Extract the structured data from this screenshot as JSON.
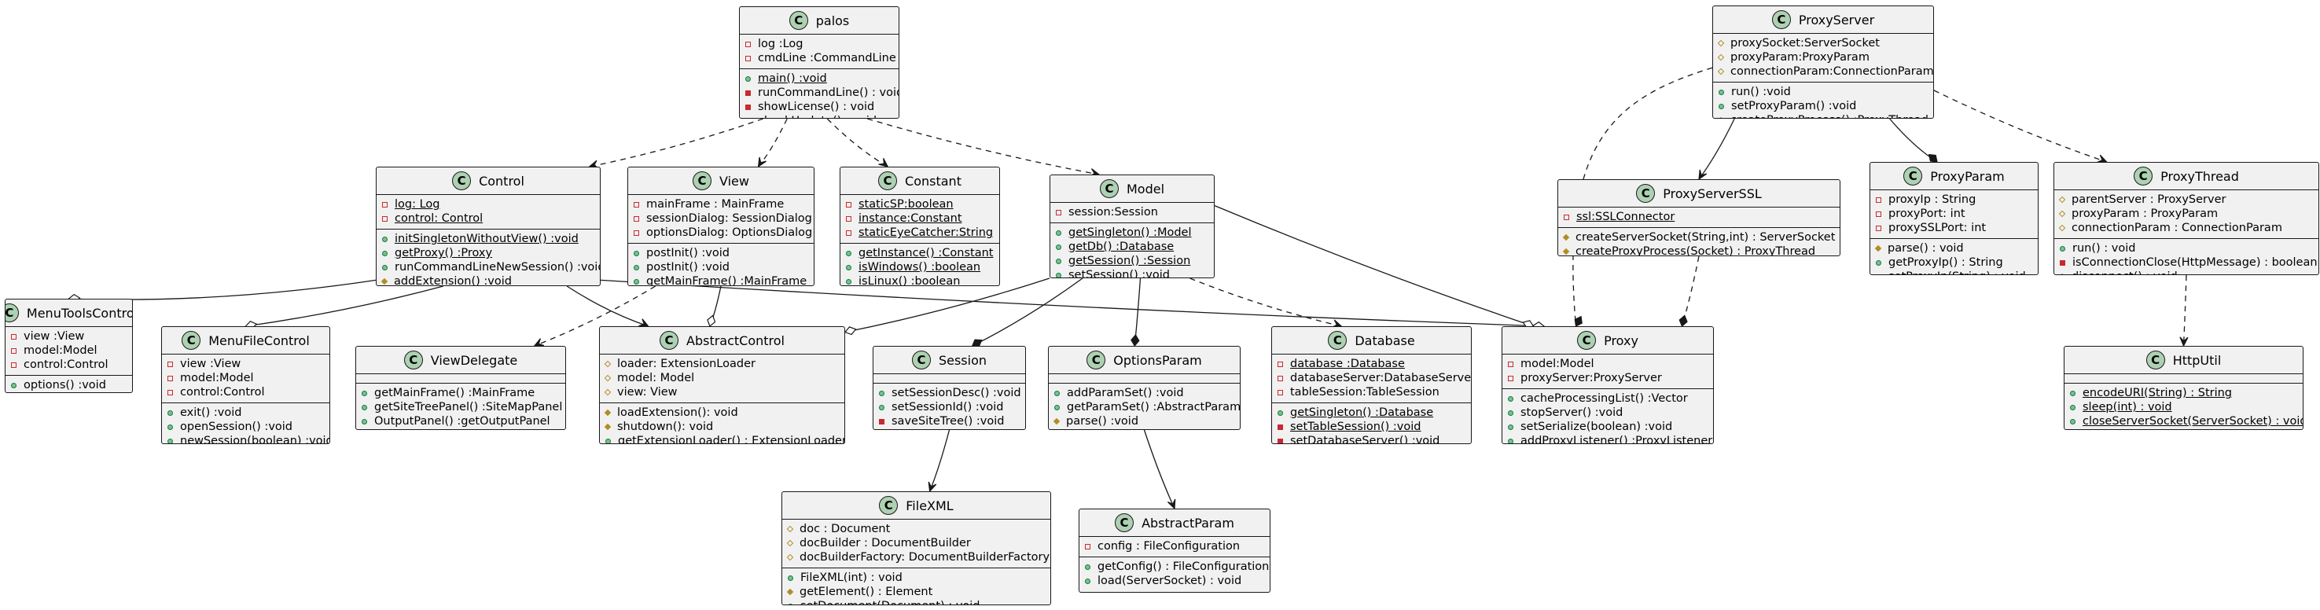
{
  "classes": {
    "palos": {
      "name": "palos",
      "fields": [
        {
          "vis": "private-field",
          "text": "log :Log",
          "static": false
        },
        {
          "vis": "private-field",
          "text": "cmdLine :CommandLine",
          "static": false
        }
      ],
      "methods": [
        {
          "vis": "public-method",
          "text": "main() :void",
          "static": true
        },
        {
          "vis": "private-method",
          "text": "runCommandLine() : void",
          "static": false
        },
        {
          "vis": "private-method",
          "text": "showLicense() : void",
          "static": false
        },
        {
          "vis": "private-method",
          "text": "checkUpdate() : void",
          "static": false
        }
      ]
    },
    "Control": {
      "name": "Control",
      "fields": [
        {
          "vis": "private-field",
          "text": "log: Log",
          "static": true
        },
        {
          "vis": "private-field",
          "text": "control: Control",
          "static": true
        }
      ],
      "methods": [
        {
          "vis": "public-method",
          "text": "initSingletonWithoutView() :void",
          "static": true
        },
        {
          "vis": "public-method",
          "text": "getProxy() :Proxy",
          "static": true
        },
        {
          "vis": "public-method",
          "text": "runCommandLineNewSession() :void",
          "static": false
        },
        {
          "vis": "protected-method",
          "text": "addExtension() :void",
          "static": false
        }
      ]
    },
    "View": {
      "name": "View",
      "fields": [
        {
          "vis": "private-field",
          "text": "mainFrame : MainFrame",
          "static": false
        },
        {
          "vis": "private-field",
          "text": "sessionDialog: SessionDialog",
          "static": false
        },
        {
          "vis": "private-field",
          "text": "optionsDialog: OptionsDialog",
          "static": false
        }
      ],
      "methods": [
        {
          "vis": "public-method",
          "text": "postInit() :void",
          "static": false
        },
        {
          "vis": "public-method",
          "text": "postInit() :void",
          "static": false
        },
        {
          "vis": "public-method",
          "text": "getMainFrame() :MainFrame",
          "static": false
        }
      ]
    },
    "Constant": {
      "name": "Constant",
      "fields": [
        {
          "vis": "private-field",
          "text": "staticSP:boolean",
          "static": true
        },
        {
          "vis": "private-field",
          "text": "instance:Constant",
          "static": true
        },
        {
          "vis": "private-field",
          "text": "staticEyeCatcher:String",
          "static": true
        }
      ],
      "methods": [
        {
          "vis": "public-method",
          "text": "getInstance() :Constant",
          "static": true
        },
        {
          "vis": "public-method",
          "text": "isWindows() :boolean",
          "static": true
        },
        {
          "vis": "public-method",
          "text": "isLinux() :boolean",
          "static": true
        }
      ]
    },
    "Model": {
      "name": "Model",
      "fields": [
        {
          "vis": "private-field",
          "text": "session:Session",
          "static": false
        }
      ],
      "methods": [
        {
          "vis": "public-method",
          "text": "getSingleton() :Model",
          "static": true
        },
        {
          "vis": "public-method",
          "text": "getDb() :Database",
          "static": true
        },
        {
          "vis": "public-method",
          "text": "getSession() :Session",
          "static": true
        },
        {
          "vis": "public-method",
          "text": "setSession() :void",
          "static": true
        }
      ]
    },
    "ProxyServer": {
      "name": "ProxyServer",
      "fields": [
        {
          "vis": "protected-field",
          "text": "proxySocket:ServerSocket",
          "static": false
        },
        {
          "vis": "protected-field",
          "text": "proxyParam:ProxyParam",
          "static": false
        },
        {
          "vis": "protected-field",
          "text": "connectionParam:ConnectionParam",
          "static": false
        }
      ],
      "methods": [
        {
          "vis": "public-method",
          "text": "run() :void",
          "static": false
        },
        {
          "vis": "public-method",
          "text": "setProxyParam() :void",
          "static": false
        },
        {
          "vis": "protected-method",
          "text": "createProxyProcess() :ProxyThread",
          "static": false
        }
      ]
    },
    "ProxyServerSSL": {
      "name": "ProxyServerSSL",
      "fields": [
        {
          "vis": "private-field",
          "text": "ssl:SSLConnector",
          "static": true
        }
      ],
      "methods": [
        {
          "vis": "protected-method",
          "text": "createServerSocket(String,int) : ServerSocket",
          "static": false
        },
        {
          "vis": "protected-method",
          "text": "createProxyProcess(Socket) : ProxyThread",
          "static": false
        }
      ]
    },
    "ProxyParam": {
      "name": "ProxyParam",
      "fields": [
        {
          "vis": "private-field",
          "text": "proxyIp : String",
          "static": false
        },
        {
          "vis": "private-field",
          "text": "proxyPort: int",
          "static": false
        },
        {
          "vis": "private-field",
          "text": "proxySSLPort: int",
          "static": false
        }
      ],
      "methods": [
        {
          "vis": "protected-method",
          "text": "parse() : void",
          "static": false
        },
        {
          "vis": "public-method",
          "text": "getProxyIp() : String",
          "static": false
        },
        {
          "vis": "public-method",
          "text": "setProxyIp(String) : void",
          "static": false
        }
      ]
    },
    "ProxyThread": {
      "name": "ProxyThread",
      "fields": [
        {
          "vis": "protected-field",
          "text": "parentServer : ProxyServer",
          "static": false
        },
        {
          "vis": "protected-field",
          "text": "proxyParam : ProxyParam",
          "static": false
        },
        {
          "vis": "protected-field",
          "text": "connectionParam : ConnectionParam",
          "static": false
        }
      ],
      "methods": [
        {
          "vis": "public-method",
          "text": "run() : void",
          "static": false
        },
        {
          "vis": "private-method",
          "text": "isConnectionClose(HttpMessage) : boolean",
          "static": false
        },
        {
          "vis": "protected-method",
          "text": "disconnect() : void",
          "static": false
        }
      ]
    },
    "MenuToolsControl": {
      "name": "MenuToolsControl",
      "fields": [
        {
          "vis": "private-field",
          "text": "view :View",
          "static": false
        },
        {
          "vis": "private-field",
          "text": "model:Model",
          "static": false
        },
        {
          "vis": "private-field",
          "text": "control:Control",
          "static": false
        }
      ],
      "methods": [
        {
          "vis": "public-method",
          "text": "options() :void",
          "static": false
        }
      ]
    },
    "MenuFileControl": {
      "name": "MenuFileControl",
      "fields": [
        {
          "vis": "private-field",
          "text": "view :View",
          "static": false
        },
        {
          "vis": "private-field",
          "text": "model:Model",
          "static": false
        },
        {
          "vis": "private-field",
          "text": "control:Control",
          "static": false
        }
      ],
      "methods": [
        {
          "vis": "public-method",
          "text": "exit() :void",
          "static": false
        },
        {
          "vis": "public-method",
          "text": "openSession() :void",
          "static": false
        },
        {
          "vis": "public-method",
          "text": "newSession(boolean) :void",
          "static": false
        }
      ]
    },
    "ViewDelegate": {
      "name": "ViewDelegate",
      "fields": [],
      "methods": [
        {
          "vis": "public-method",
          "text": "getMainFrame() :MainFrame",
          "static": false
        },
        {
          "vis": "public-method",
          "text": "getSiteTreePanel() :SiteMapPanel",
          "static": false
        },
        {
          "vis": "public-method",
          "text": "OutputPanel() :getOutputPanel",
          "static": false
        }
      ]
    },
    "AbstractControl": {
      "name": "AbstractControl",
      "fields": [
        {
          "vis": "protected-field",
          "text": "loader: ExtensionLoader",
          "static": false
        },
        {
          "vis": "protected-field",
          "text": "model: Model",
          "static": false
        },
        {
          "vis": "protected-field",
          "text": "view: View",
          "static": false
        }
      ],
      "methods": [
        {
          "vis": "protected-method",
          "text": "loadExtension(): void",
          "static": false
        },
        {
          "vis": "protected-method",
          "text": "shutdown(): void",
          "static": false
        },
        {
          "vis": "public-method",
          "text": "getExtensionLoader() : ExtensionLoader",
          "static": false
        }
      ]
    },
    "Session": {
      "name": "Session",
      "fields": [],
      "methods": [
        {
          "vis": "public-method",
          "text": "setSessionDesc() :void",
          "static": false
        },
        {
          "vis": "public-method",
          "text": "setSessionId() :void",
          "static": false
        },
        {
          "vis": "private-method",
          "text": "saveSiteTree() :void",
          "static": false
        }
      ]
    },
    "OptionsParam": {
      "name": "OptionsParam",
      "fields": [],
      "methods": [
        {
          "vis": "public-method",
          "text": "addParamSet() :void",
          "static": false
        },
        {
          "vis": "public-method",
          "text": "getParamSet() :AbstractParam",
          "static": false
        },
        {
          "vis": "protected-method",
          "text": "parse() :void",
          "static": false
        }
      ]
    },
    "Database": {
      "name": "Database",
      "fields": [
        {
          "vis": "private-field",
          "text": "database :Database",
          "static": true
        },
        {
          "vis": "private-field",
          "text": "databaseServer:DatabaseServer",
          "static": false
        },
        {
          "vis": "private-field",
          "text": "tableSession:TableSession",
          "static": false
        }
      ],
      "methods": [
        {
          "vis": "public-method",
          "text": "getSingleton() :Database",
          "static": true
        },
        {
          "vis": "private-method",
          "text": "setTableSession() :void",
          "static": true
        },
        {
          "vis": "private-method",
          "text": "setDatabaseServer() :void",
          "static": true
        }
      ]
    },
    "Proxy": {
      "name": "Proxy",
      "fields": [
        {
          "vis": "private-field",
          "text": "model:Model",
          "static": false
        },
        {
          "vis": "private-field",
          "text": "proxyServer:ProxyServer",
          "static": false
        }
      ],
      "methods": [
        {
          "vis": "public-method",
          "text": "cacheProcessingList() :Vector",
          "static": false
        },
        {
          "vis": "public-method",
          "text": "stopServer() :void",
          "static": false
        },
        {
          "vis": "public-method",
          "text": "setSerialize(boolean) :void",
          "static": false
        },
        {
          "vis": "public-method",
          "text": "addProxyListener() :ProxyListener",
          "static": false
        }
      ]
    },
    "HttpUtil": {
      "name": "HttpUtil",
      "fields": [],
      "methods": [
        {
          "vis": "public-method",
          "text": "encodeURI(String) : String",
          "static": true
        },
        {
          "vis": "public-method",
          "text": "sleep(int) : void",
          "static": true
        },
        {
          "vis": "public-method",
          "text": "closeServerSocket(ServerSocket) : void",
          "static": true
        }
      ]
    },
    "FileXML": {
      "name": "FileXML",
      "fields": [
        {
          "vis": "protected-field",
          "text": "doc : Document",
          "static": false
        },
        {
          "vis": "protected-field",
          "text": "docBuilder : DocumentBuilder",
          "static": false
        },
        {
          "vis": "protected-field",
          "text": "docBuilderFactory: DocumentBuilderFactory",
          "static": false
        }
      ],
      "methods": [
        {
          "vis": "public-method",
          "text": "FileXML(int) : void",
          "static": false
        },
        {
          "vis": "protected-method",
          "text": "getElement() : Element",
          "static": false
        },
        {
          "vis": "public-method",
          "text": "setDocument(Document) : void",
          "static": false
        }
      ]
    },
    "AbstractParam": {
      "name": "AbstractParam",
      "fields": [
        {
          "vis": "private-field",
          "text": "config  : FileConfiguration",
          "static": false
        }
      ],
      "methods": [
        {
          "vis": "public-method",
          "text": "getConfig() : FileConfiguration",
          "static": false
        },
        {
          "vis": "public-method",
          "text": "load(ServerSocket) : void",
          "static": false
        }
      ]
    }
  },
  "relations": [
    {
      "from": "palos",
      "to": "Control",
      "kind": "dependency"
    },
    {
      "from": "palos",
      "to": "View",
      "kind": "dependency"
    },
    {
      "from": "palos",
      "to": "Constant",
      "kind": "dependency"
    },
    {
      "from": "palos",
      "to": "Model",
      "kind": "dependency"
    },
    {
      "from": "Control",
      "to": "MenuToolsControl",
      "kind": "aggregation"
    },
    {
      "from": "Control",
      "to": "MenuFileControl",
      "kind": "aggregation"
    },
    {
      "from": "Control",
      "to": "AbstractControl",
      "kind": "association"
    },
    {
      "from": "Control",
      "to": "Proxy",
      "kind": "aggregation"
    },
    {
      "from": "View",
      "to": "ViewDelegate",
      "kind": "dependency"
    },
    {
      "from": "View",
      "to": "AbstractControl",
      "kind": "aggregation"
    },
    {
      "from": "Model",
      "to": "AbstractControl",
      "kind": "aggregation"
    },
    {
      "from": "Model",
      "to": "Session",
      "kind": "composition"
    },
    {
      "from": "Model",
      "to": "OptionsParam",
      "kind": "composition"
    },
    {
      "from": "Model",
      "to": "Database",
      "kind": "dependency"
    },
    {
      "from": "Model",
      "to": "Proxy",
      "kind": "aggregation"
    },
    {
      "from": "Session",
      "to": "FileXML",
      "kind": "association"
    },
    {
      "from": "OptionsParam",
      "to": "AbstractParam",
      "kind": "association"
    },
    {
      "from": "ProxyServer",
      "to": "Proxy",
      "kind": "dependency-composition"
    },
    {
      "from": "ProxyServer",
      "to": "ProxyServerSSL",
      "kind": "association"
    },
    {
      "from": "ProxyServer",
      "to": "ProxyParam",
      "kind": "composition"
    },
    {
      "from": "ProxyServer",
      "to": "ProxyThread",
      "kind": "dependency"
    },
    {
      "from": "ProxyServerSSL",
      "to": "Proxy",
      "kind": "dependency-composition"
    },
    {
      "from": "ProxyThread",
      "to": "HttpUtil",
      "kind": "dependency"
    }
  ],
  "colors": {
    "box_fill": "#f1f1f1",
    "border": "#181818",
    "class_badge": "#add1b2",
    "private": "#c82930",
    "protected": "#b38d22",
    "public": "#038048"
  }
}
